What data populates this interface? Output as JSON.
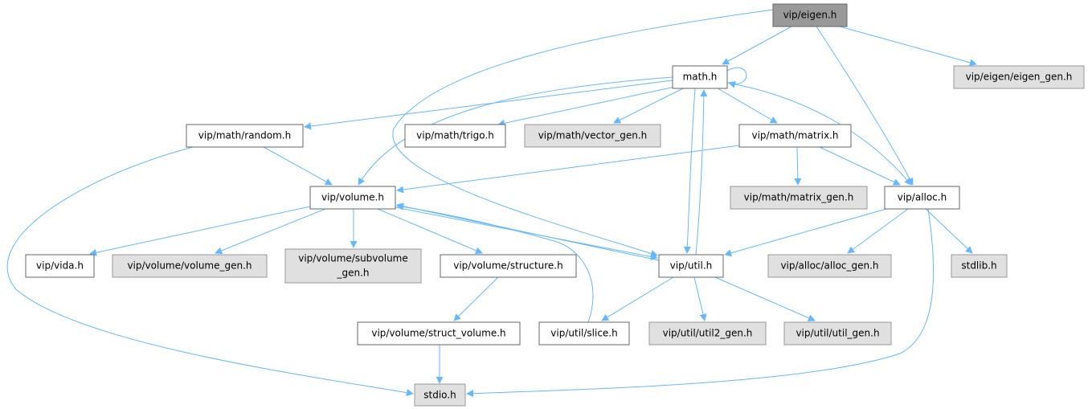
{
  "graph": {
    "colors": {
      "edge": "#63b8ff",
      "root_fill": "#999999",
      "external_fill": "#e0e0e0",
      "node_fill": "#ffffff"
    },
    "nodes": {
      "eigen": "vip/eigen.h",
      "eigen_gen": "vip/eigen/eigen_gen.h",
      "math": "math.h",
      "random": "vip/math/random.h",
      "trigo": "vip/math/trigo.h",
      "vector_gen": "vip/math/vector_gen.h",
      "matrix": "vip/math/matrix.h",
      "volume": "vip/volume.h",
      "matrix_gen": "vip/math/matrix_gen.h",
      "alloc": "vip/alloc.h",
      "vida": "vip/vida.h",
      "volume_gen": "vip/volume/volume_gen.h",
      "subvolume_1": "vip/volume/subvolume",
      "subvolume_2": "_gen.h",
      "structure": "vip/volume/structure.h",
      "util": "vip/util.h",
      "alloc_gen": "vip/alloc/alloc_gen.h",
      "stdlib": "stdlib.h",
      "struct_volume": "vip/volume/struct_volume.h",
      "slice": "vip/util/slice.h",
      "util2_gen": "vip/util/util2_gen.h",
      "util_gen": "vip/util/util_gen.h",
      "stdio": "stdio.h"
    }
  }
}
